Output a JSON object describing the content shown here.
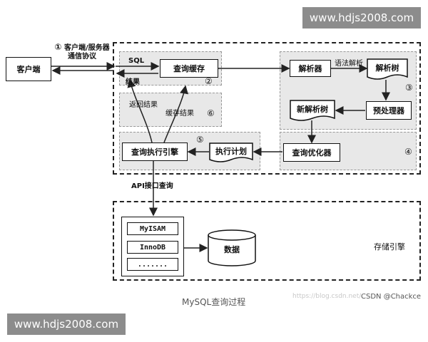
{
  "watermark_top": "www.hdjs2008.com",
  "watermark_bottom": "www.hdjs2008.com",
  "client": "客户端",
  "protocol": {
    "number": "①",
    "line1": "客户端/服务器",
    "line2": "通信协议"
  },
  "sql_label": "SQL",
  "result_label": "结果",
  "query_cache": "查询缓存",
  "cache_number": "②",
  "return_result": "返回结果",
  "cache_result": "缓存结果",
  "return_number": "⑥",
  "parser": "解析器",
  "syntax_parse": "语法解析",
  "parse_tree": "解析树",
  "parse_number": "③",
  "new_parse_tree": "新解析树",
  "preprocessor": "预处理器",
  "query_optimizer": "查询优化器",
  "optimizer_number": "④",
  "execution_plan": "执行计划",
  "exec_number": "⑤",
  "query_engine": "查询执行引擎",
  "api_label": "API接口查询",
  "engines": [
    "MyISAM",
    "InnoDB",
    "......."
  ],
  "data_label": "数据",
  "storage_label": "存储引擎",
  "caption": "MySQL查询过程",
  "credit": "CSDN @Chackce",
  "credit_faint": "https://blog.csdn.net/"
}
